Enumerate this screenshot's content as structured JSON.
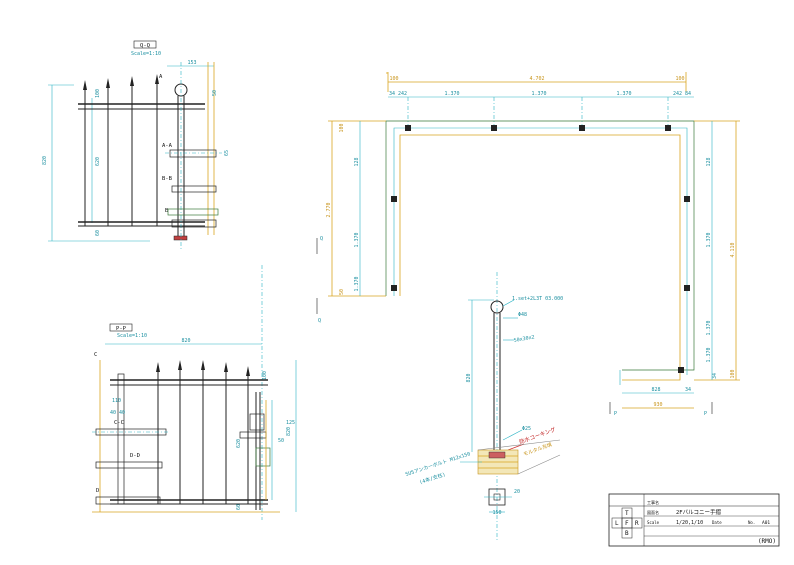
{
  "section_qq": {
    "title": "Q-Q",
    "scale": "Scale=1:10"
  },
  "section_pp": {
    "title": "P-P",
    "scale": "Scale=1:10"
  },
  "section_labels": {
    "aa": "A-A",
    "bb": "B-B",
    "cc": "C-C",
    "dd": "D-D",
    "a": "A",
    "b": "B",
    "c": "C",
    "d": "D",
    "p": "P",
    "q": "Q"
  },
  "qq_dims": {
    "top": "153",
    "height": "820",
    "inner": "620",
    "h100": "100",
    "h65": "65",
    "h60": "60",
    "h50": "50"
  },
  "pp_dims": {
    "width": "820",
    "h100": "100",
    "h110": "110",
    "h620": "620",
    "h820": "820",
    "h60": "60",
    "h50": "50",
    "m40": "40 40",
    "s125": "125"
  },
  "plan": {
    "total_width": "4.702",
    "edge_left": "100",
    "edge_right": "100",
    "spans": [
      "34 242",
      "1.370",
      "1.370",
      "1.370",
      "242 84"
    ],
    "left_total": "2.770",
    "left_segments": [
      "128",
      "1.370",
      "1.370"
    ],
    "right_total": "4.110",
    "right_segments": [
      "128",
      "1.370",
      "1.370",
      "1.370"
    ],
    "bottom_dims": [
      "828",
      "34",
      "930"
    ],
    "right_small": [
      "34",
      "100"
    ],
    "left_small": [
      "100",
      "50"
    ]
  },
  "elevation": {
    "top_label": "1.set+2L3T 03.000",
    "rail1": "Φ48",
    "rail2": "50x30x2",
    "height": "820",
    "base1": "Φ25",
    "seal_label": "防水コーキング",
    "seal2": "モルタル充填",
    "anchor": "SUSアンカーボルト M12x150",
    "anchor2": "(4本/支柱)",
    "base_dim": "20",
    "base_dim2": "150"
  },
  "title_block": {
    "project_label": "工事名",
    "drawing_label": "図面名",
    "drawing_name": "2Fバルコニー手摺",
    "scale_label": "Scale",
    "scale_value": "1/20,1/10",
    "date_label": "Date",
    "no_label": "No.",
    "sheet_no": "A01",
    "company": "(RMO)",
    "grid": [
      "L",
      "T",
      "F",
      "R",
      "B"
    ]
  }
}
